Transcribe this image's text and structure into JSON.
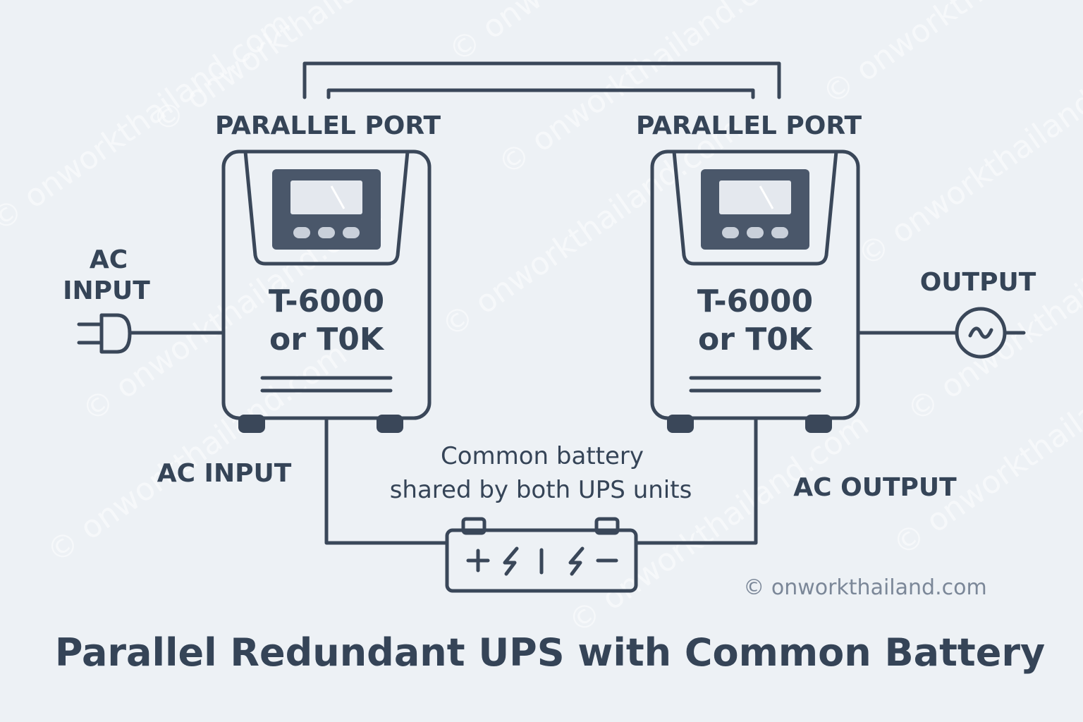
{
  "title": "Parallel Redundant UPS with Common Battery",
  "watermark": "© onworkthailand.com",
  "copyright": "© onworkthailand.com",
  "colors": {
    "background": "#edf1f5",
    "line": "#3a4759",
    "screen": "#e4e8ee",
    "panel": "#4a576a"
  },
  "ups_left": {
    "parallel_label": "PARALLEL PORT",
    "model_line1": "T-6000",
    "model_line2": "or T0K"
  },
  "ups_right": {
    "parallel_label": "PARALLEL PORT",
    "model_line1": "T-6000",
    "model_line2": "or T0K"
  },
  "input": {
    "label_line1": "AC",
    "label_line2": "INPUT",
    "icon": "plug-icon"
  },
  "output": {
    "label": "OUTPUT",
    "icon": "ac-source-icon"
  },
  "ac_input_label": "AC INPUT",
  "ac_output_label": "AC OUTPUT",
  "battery": {
    "caption_line1": "Common battery",
    "caption_line2": "shared by both UPS units",
    "icon": "battery-icon"
  }
}
